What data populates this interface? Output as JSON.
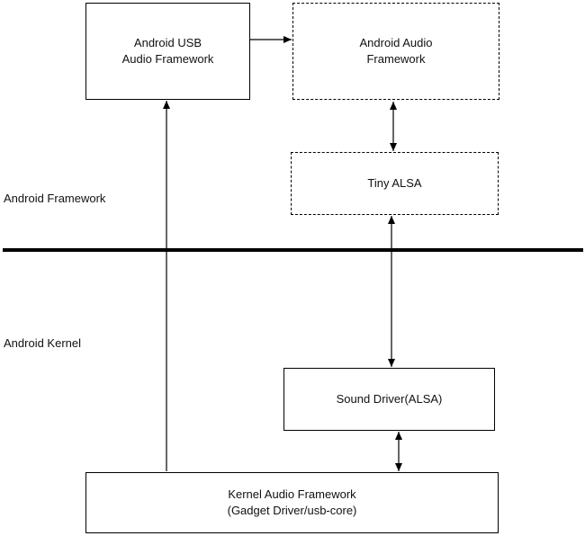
{
  "nodes": {
    "usb_framework": {
      "line1": "Android USB",
      "line2": "Audio Framework"
    },
    "audio_framework": {
      "line1": "Android Audio",
      "line2": "Framework"
    },
    "tiny_alsa": {
      "label": "Tiny ALSA"
    },
    "sound_driver": {
      "label": "Sound Driver(ALSA)"
    },
    "kernel_framework": {
      "line1": "Kernel Audio Framework",
      "line2": "(Gadget Driver/usb-core)"
    }
  },
  "layers": {
    "framework": "Android Framework",
    "kernel": "Android Kernel"
  }
}
